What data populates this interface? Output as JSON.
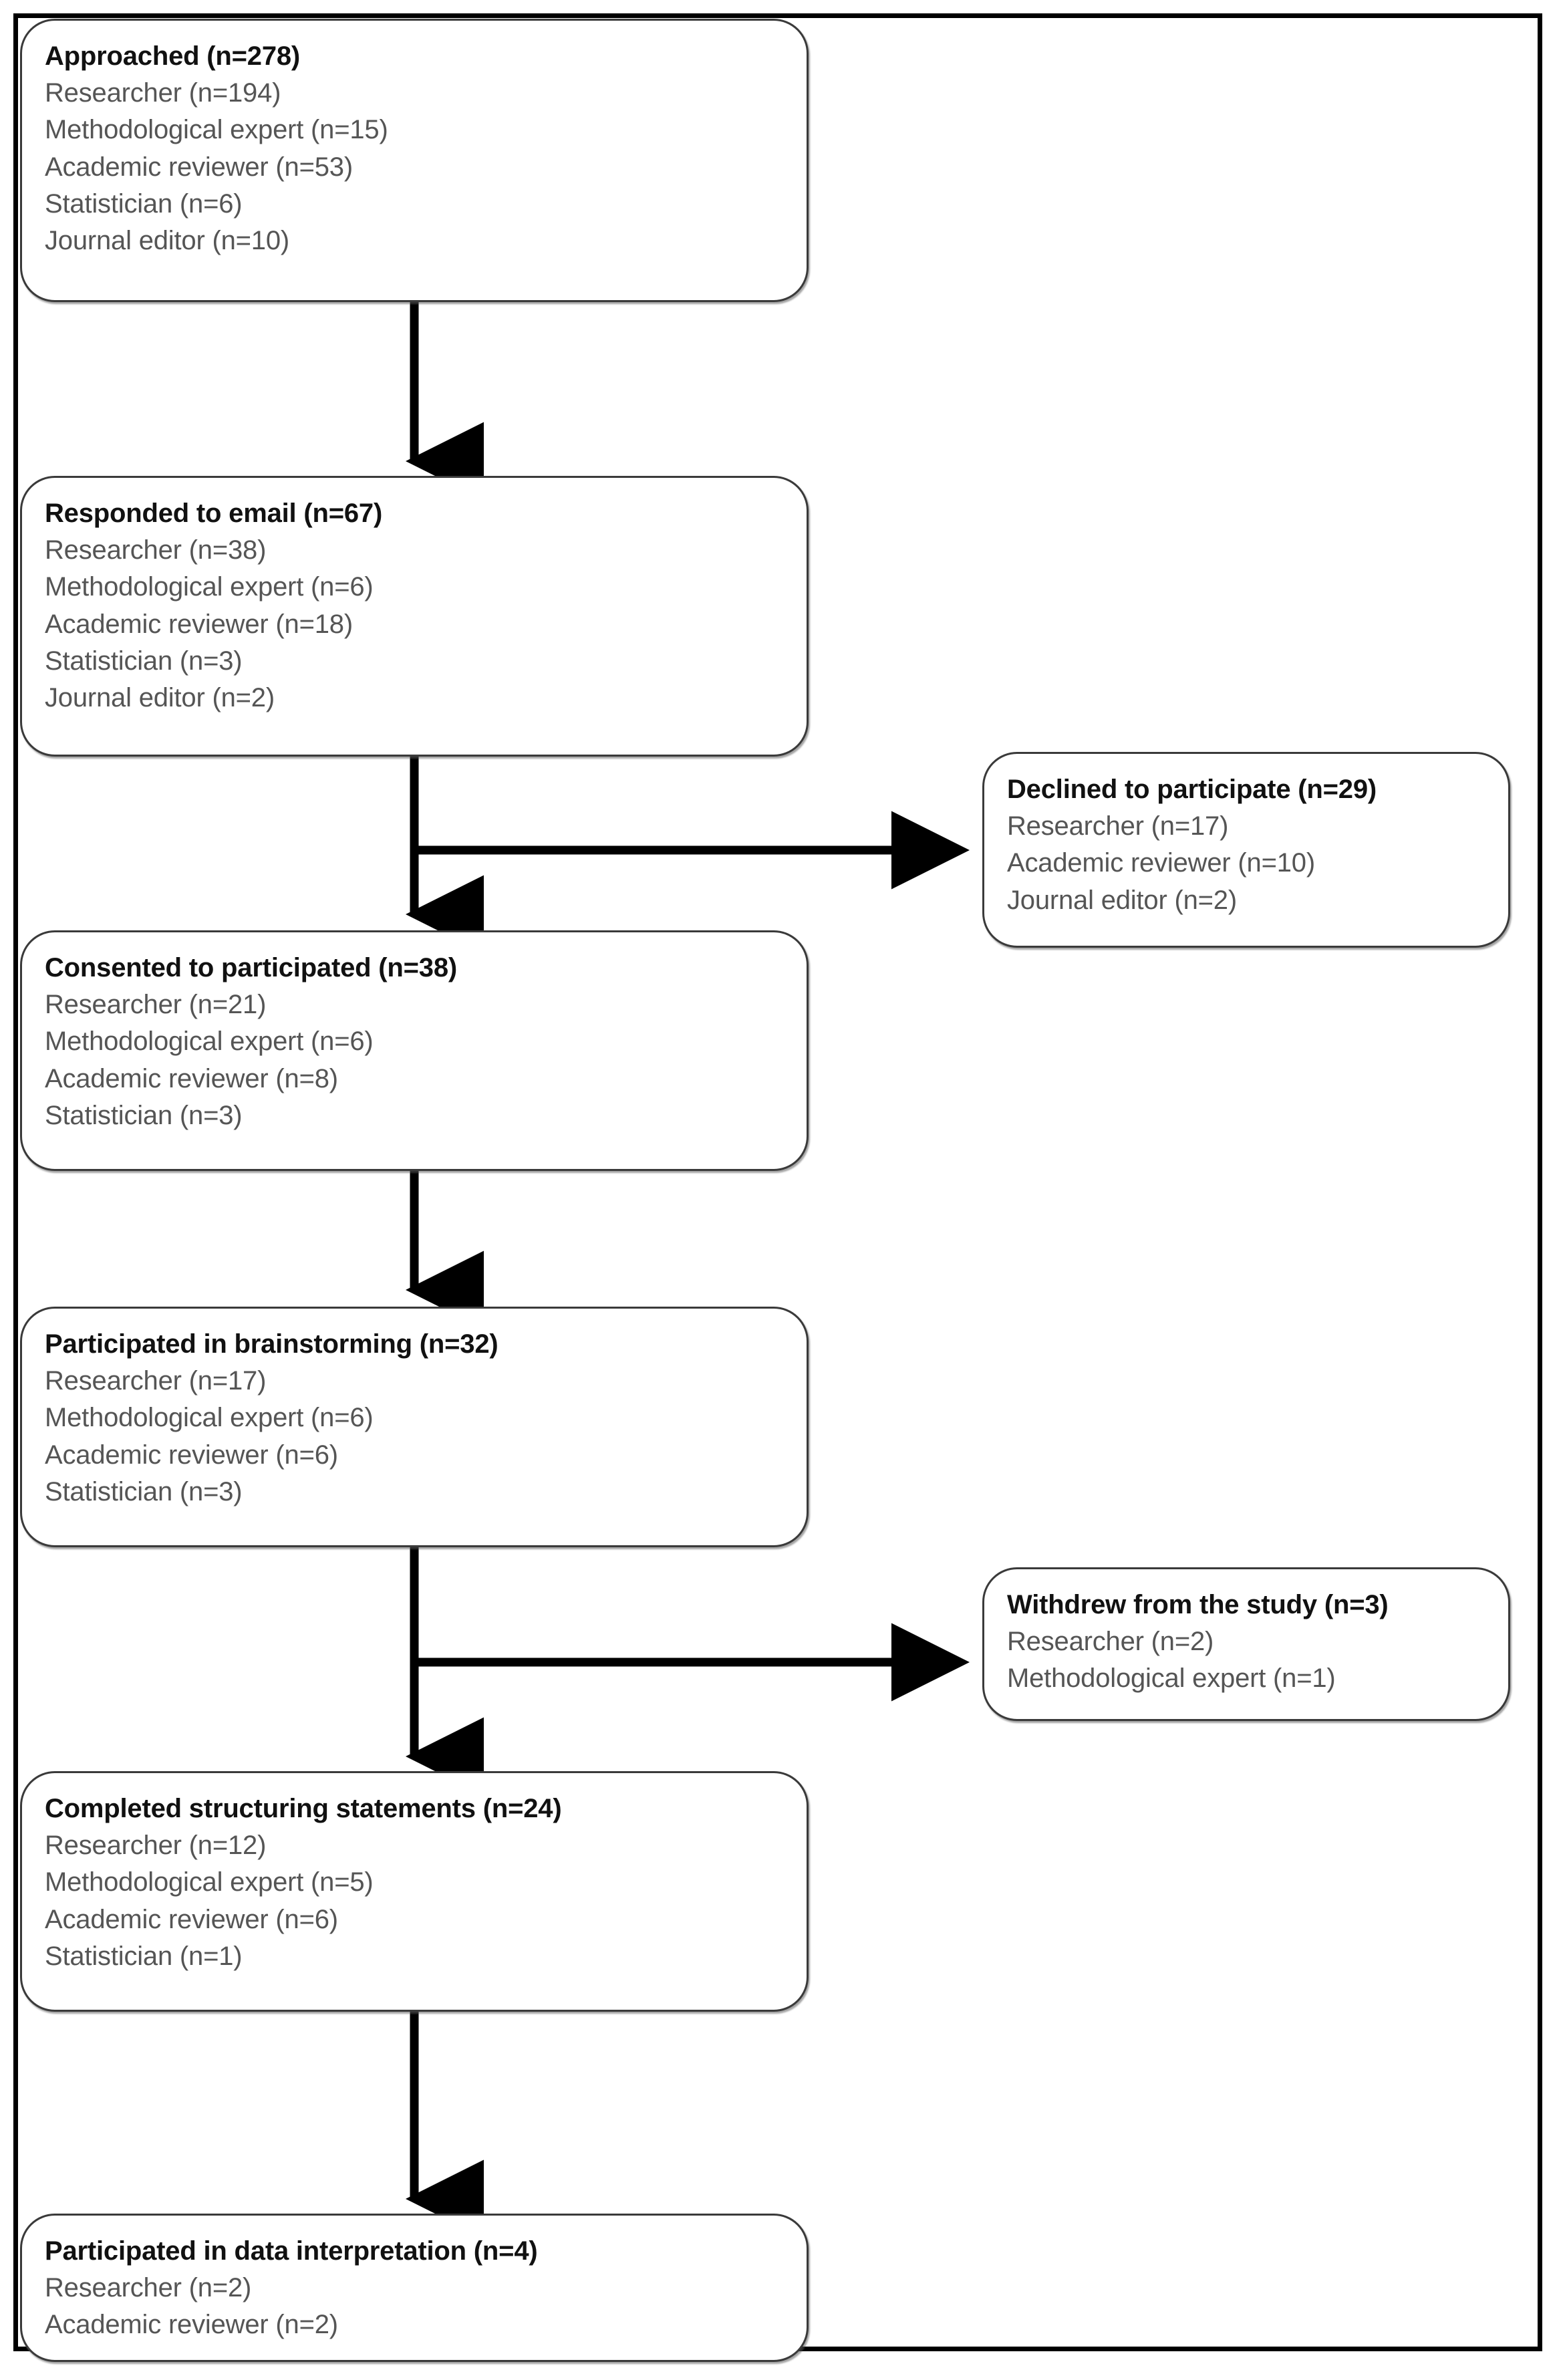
{
  "diagram": {
    "type": "participant-flow-diagram",
    "colors": {
      "frame": "#000000",
      "box_border": "#3a3a3a",
      "title_text": "#111111",
      "detail_text": "#555555",
      "connector": "#000000",
      "background": "#ffffff"
    },
    "main_nodes": [
      {
        "id": "approached",
        "title": "Approached (n=278)",
        "lines": [
          "Researcher (n=194)",
          "Methodological expert (n=15)",
          "Academic reviewer (n=53)",
          "Statistician (n=6)",
          "Journal editor (n=10)"
        ]
      },
      {
        "id": "responded",
        "title": "Responded to email (n=67)",
        "lines": [
          "Researcher (n=38)",
          "Methodological expert (n=6)",
          "Academic reviewer (n=18)",
          "Statistician (n=3)",
          "Journal editor (n=2)"
        ]
      },
      {
        "id": "consented",
        "title": "Consented to participated (n=38)",
        "lines": [
          "Researcher (n=21)",
          "Methodological expert (n=6)",
          "Academic reviewer (n=8)",
          "Statistician (n=3)"
        ]
      },
      {
        "id": "brainstorming",
        "title": "Participated in brainstorming (n=32)",
        "lines": [
          "Researcher (n=17)",
          "Methodological expert (n=6)",
          "Academic reviewer (n=6)",
          "Statistician (n=3)"
        ]
      },
      {
        "id": "structuring",
        "title": "Completed structuring statements (n=24)",
        "lines": [
          "Researcher (n=12)",
          "Methodological expert (n=5)",
          "Academic reviewer (n=6)",
          "Statistician (n=1)"
        ]
      },
      {
        "id": "interpretation",
        "title": "Participated in data interpretation (n=4)",
        "lines": [
          "Researcher (n=2)",
          "Academic reviewer (n=2)"
        ]
      }
    ],
    "side_nodes": [
      {
        "id": "declined",
        "title": "Declined to participate (n=29)",
        "lines": [
          "Researcher (n=17)",
          "Academic reviewer (n=10)",
          "Journal editor (n=2)"
        ]
      },
      {
        "id": "withdrew",
        "title": "Withdrew from the study (n=3)",
        "lines": [
          "Researcher (n=2)",
          "Methodological expert (n=1)"
        ]
      }
    ]
  }
}
